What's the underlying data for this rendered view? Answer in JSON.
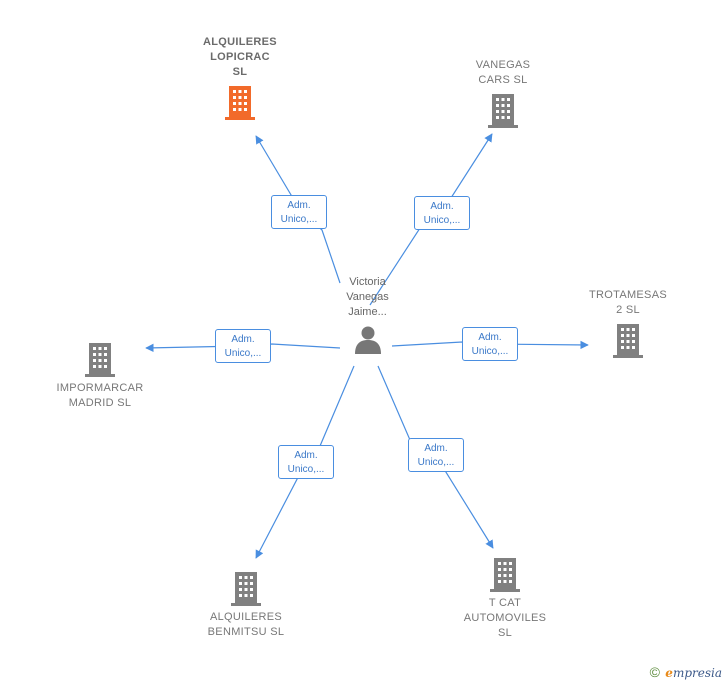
{
  "center": {
    "name": "Victoria\nVanegas\nJaime..."
  },
  "companies": [
    {
      "id": "alquileres-lopicrac",
      "name": "ALQUILERES\nLOPICRAC\nSL",
      "highlight": true
    },
    {
      "id": "vanegas-cars",
      "name": "VANEGAS\nCARS  SL",
      "highlight": false
    },
    {
      "id": "trotamesas",
      "name": "TROTAMESAS\n2  SL",
      "highlight": false
    },
    {
      "id": "impormarcar",
      "name": "IMPORMARCAR\nMADRID  SL",
      "highlight": false
    },
    {
      "id": "alquileres-benmitsu",
      "name": "ALQUILERES\nBENMITSU  SL",
      "highlight": false
    },
    {
      "id": "tcat",
      "name": "T CAT\nAUTOMOVILES\nSL",
      "highlight": false
    }
  ],
  "roles": [
    "Adm.\nUnico,...",
    "Adm.\nUnico,...",
    "Adm.\nUnico,...",
    "Adm.\nUnico,...",
    "Adm.\nUnico,...",
    "Adm.\nUnico,..."
  ],
  "colors": {
    "edge": "#4a8ee0",
    "building": "#808080",
    "building_highlight": "#f26a2a",
    "person": "#777777"
  },
  "icons": {
    "company": "building-icon",
    "person": "person-icon"
  },
  "brand": {
    "copyright": "©",
    "first_letter": "e",
    "rest": "mpresia"
  }
}
